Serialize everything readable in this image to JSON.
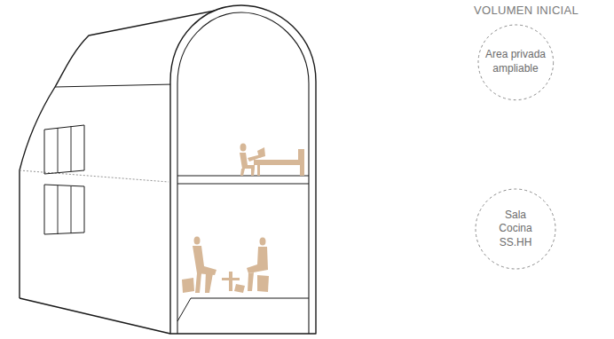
{
  "diagram": {
    "title": "VOLUMEN INICIAL",
    "nodes": [
      {
        "text": [
          "Area privada ampliable"
        ]
      },
      {
        "text": [
          "Sala Cocina SS.HH"
        ]
      }
    ]
  }
}
